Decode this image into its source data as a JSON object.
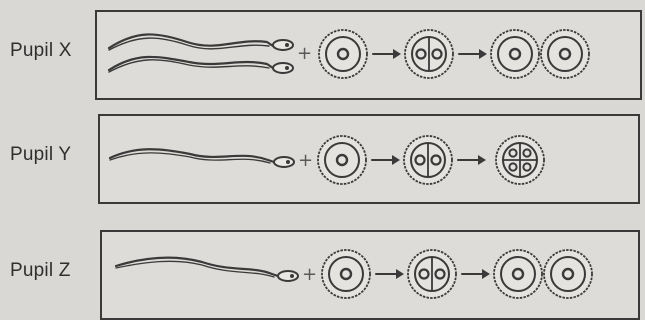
{
  "rows": [
    {
      "label": "Pupil X",
      "sperm_count": 2,
      "final_cells": 2,
      "final_nuclei": 1
    },
    {
      "label": "Pupil Y",
      "sperm_count": 1,
      "final_cells": 1,
      "final_nuclei": 4
    },
    {
      "label": "Pupil Z",
      "sperm_count": 1,
      "final_cells": 2,
      "final_nuclei": 1
    }
  ],
  "symbols": {
    "plus": "+",
    "arrow": "→"
  },
  "colors": {
    "ink": "#3a3a3a",
    "paper": "#d9d8d4"
  }
}
